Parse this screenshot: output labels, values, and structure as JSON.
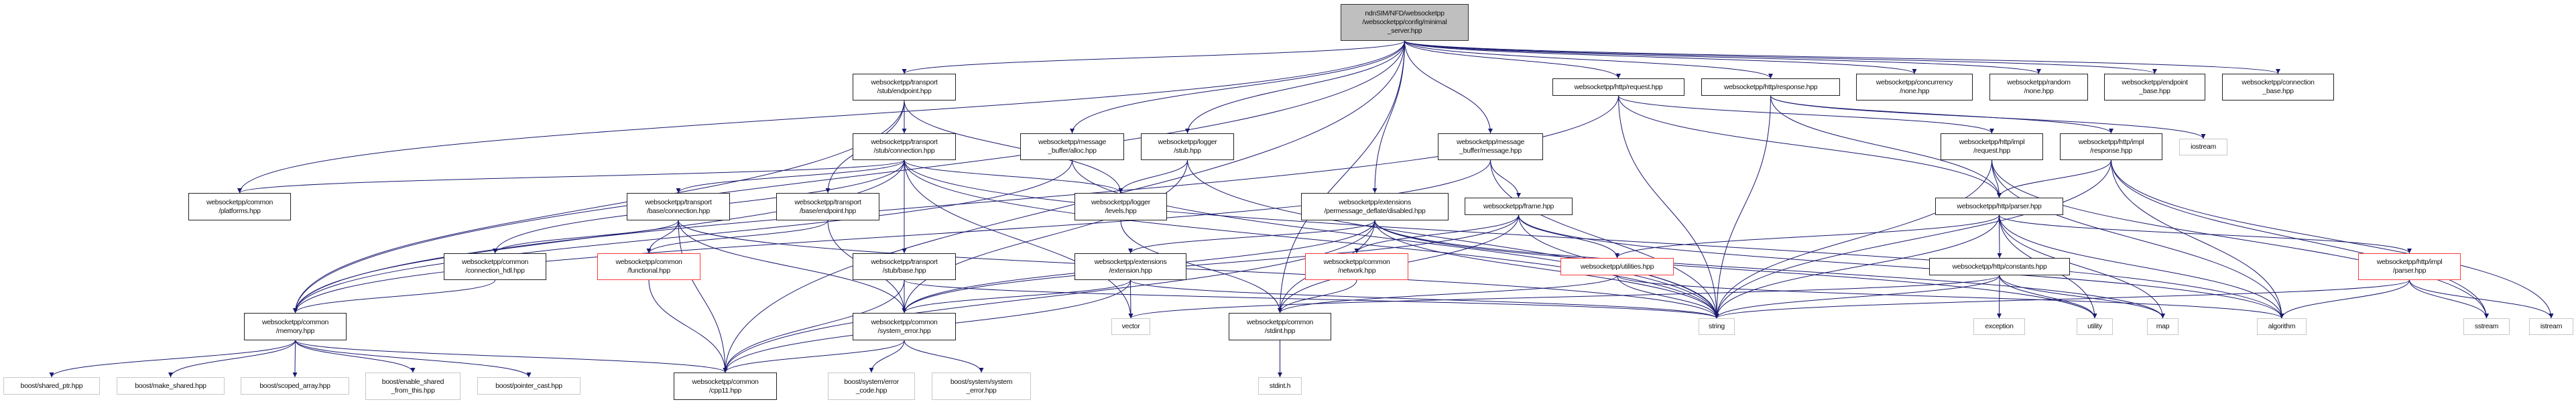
{
  "graph": {
    "edge_color": "#191970",
    "nodes": [
      {
        "id": "root",
        "label": "ndnSIM/NFD/websocketpp\n/websocketpp/config/minimal\n_server.hpp",
        "kind": "root"
      },
      {
        "id": "platforms",
        "label": "websocketpp/common\n/platforms.hpp",
        "kind": "doc"
      },
      {
        "id": "conn_hdl",
        "label": "websocketpp/common\n/connection_hdl.hpp",
        "kind": "doc"
      },
      {
        "id": "memory",
        "label": "websocketpp/common\n/memory.hpp",
        "kind": "doc"
      },
      {
        "id": "shared_ptr",
        "label": "boost/shared_ptr.hpp",
        "kind": "external"
      },
      {
        "id": "make_shared",
        "label": "boost/make_shared.hpp",
        "kind": "external"
      },
      {
        "id": "scoped_array",
        "label": "boost/scoped_array.hpp",
        "kind": "external"
      },
      {
        "id": "enable_shared",
        "label": "boost/enable_shared\n_from_this.hpp",
        "kind": "external"
      },
      {
        "id": "pointer_cast",
        "label": "boost/pointer_cast.hpp",
        "kind": "external"
      },
      {
        "id": "base_conn",
        "label": "websocketpp/transport\n/base/connection.hpp",
        "kind": "doc"
      },
      {
        "id": "functional",
        "label": "websocketpp/common\n/functional.hpp",
        "kind": "red"
      },
      {
        "id": "stub_endpoint",
        "label": "websocketpp/transport\n/stub/endpoint.hpp",
        "kind": "doc"
      },
      {
        "id": "stub_conn",
        "label": "websocketpp/transport\n/stub/connection.hpp",
        "kind": "doc"
      },
      {
        "id": "alloc",
        "label": "websocketpp/message\n_buffer/alloc.hpp",
        "kind": "doc"
      },
      {
        "id": "logger_stub",
        "label": "websocketpp/logger\n/stub.hpp",
        "kind": "doc"
      },
      {
        "id": "base_endpoint",
        "label": "websocketpp/transport\n/base/endpoint.hpp",
        "kind": "doc"
      },
      {
        "id": "levels",
        "label": "websocketpp/logger\n/levels.hpp",
        "kind": "doc"
      },
      {
        "id": "disabled",
        "label": "websocketpp/extensions\n/permessage_deflate/disabled.hpp",
        "kind": "doc"
      },
      {
        "id": "stub_base",
        "label": "websocketpp/transport\n/stub/base.hpp",
        "kind": "doc"
      },
      {
        "id": "extension",
        "label": "websocketpp/extensions\n/extension.hpp",
        "kind": "doc"
      },
      {
        "id": "network",
        "label": "websocketpp/common\n/network.hpp",
        "kind": "red"
      },
      {
        "id": "system_error",
        "label": "websocketpp/common\n/system_error.hpp",
        "kind": "doc"
      },
      {
        "id": "vector",
        "label": "vector",
        "kind": "external"
      },
      {
        "id": "stdint_hpp",
        "label": "websocketpp/common\n/stdint.hpp",
        "kind": "doc"
      },
      {
        "id": "cpp11",
        "label": "websocketpp/common\n/cpp11.hpp",
        "kind": "doc"
      },
      {
        "id": "error_code",
        "label": "boost/system/error\n_code.hpp",
        "kind": "external"
      },
      {
        "id": "boost_system_error",
        "label": "boost/system/system\n_error.hpp",
        "kind": "external"
      },
      {
        "id": "stdint_h",
        "label": "stdint.h",
        "kind": "external"
      },
      {
        "id": "http_request",
        "label": "websocketpp/http/request.hpp",
        "kind": "doc"
      },
      {
        "id": "http_response",
        "label": "websocketpp/http/response.hpp",
        "kind": "doc"
      },
      {
        "id": "concurrency",
        "label": "websocketpp/concurrency\n/none.hpp",
        "kind": "doc"
      },
      {
        "id": "random",
        "label": "websocketpp/random\n/none.hpp",
        "kind": "doc"
      },
      {
        "id": "endpoint_base",
        "label": "websocketpp/endpoint\n_base.hpp",
        "kind": "doc"
      },
      {
        "id": "connection_base",
        "label": "websocketpp/connection\n_base.hpp",
        "kind": "doc"
      },
      {
        "id": "message",
        "label": "websocketpp/message\n_buffer/message.hpp",
        "kind": "doc"
      },
      {
        "id": "frame",
        "label": "websocketpp/frame.hpp",
        "kind": "doc"
      },
      {
        "id": "utilities",
        "label": "websocketpp/utilities.hpp",
        "kind": "red"
      },
      {
        "id": "string",
        "label": "string",
        "kind": "external"
      },
      {
        "id": "impl_request",
        "label": "websocketpp/http/impl\n/request.hpp",
        "kind": "doc"
      },
      {
        "id": "impl_response",
        "label": "websocketpp/http/impl\n/response.hpp",
        "kind": "doc"
      },
      {
        "id": "iostream",
        "label": "iostream",
        "kind": "external"
      },
      {
        "id": "http_parser",
        "label": "websocketpp/http/parser.hpp",
        "kind": "doc"
      },
      {
        "id": "constants",
        "label": "websocketpp/http/constants.hpp",
        "kind": "doc"
      },
      {
        "id": "impl_parser",
        "label": "websocketpp/http/impl\n/parser.hpp",
        "kind": "red"
      },
      {
        "id": "exception",
        "label": "exception",
        "kind": "external"
      },
      {
        "id": "utility",
        "label": "utility",
        "kind": "external"
      },
      {
        "id": "map",
        "label": "map",
        "kind": "external"
      },
      {
        "id": "algorithm",
        "label": "algorithm",
        "kind": "external"
      },
      {
        "id": "sstream",
        "label": "sstream",
        "kind": "external"
      },
      {
        "id": "istream",
        "label": "istream",
        "kind": "external"
      }
    ],
    "edges": [
      [
        "root",
        "platforms"
      ],
      [
        "root",
        "memory"
      ],
      [
        "root",
        "cpp11"
      ],
      [
        "root",
        "stub_endpoint"
      ],
      [
        "root",
        "alloc"
      ],
      [
        "root",
        "logger_stub"
      ],
      [
        "root",
        "disabled"
      ],
      [
        "root",
        "message"
      ],
      [
        "root",
        "http_request"
      ],
      [
        "root",
        "http_response"
      ],
      [
        "root",
        "concurrency"
      ],
      [
        "root",
        "random"
      ],
      [
        "root",
        "endpoint_base"
      ],
      [
        "root",
        "connection_base"
      ],
      [
        "root",
        "stdint_hpp"
      ],
      [
        "stub_endpoint",
        "stub_conn"
      ],
      [
        "stub_endpoint",
        "base_endpoint"
      ],
      [
        "stub_endpoint",
        "levels"
      ],
      [
        "stub_endpoint",
        "memory"
      ],
      [
        "stub_conn",
        "base_conn"
      ],
      [
        "stub_conn",
        "conn_hdl"
      ],
      [
        "stub_conn",
        "platforms"
      ],
      [
        "stub_conn",
        "memory"
      ],
      [
        "stub_conn",
        "stub_base"
      ],
      [
        "stub_conn",
        "levels"
      ],
      [
        "stub_conn",
        "vector"
      ],
      [
        "stub_conn",
        "string"
      ],
      [
        "stub_conn",
        "algorithm"
      ],
      [
        "base_conn",
        "conn_hdl"
      ],
      [
        "base_conn",
        "functional"
      ],
      [
        "base_conn",
        "cpp11"
      ],
      [
        "base_conn",
        "system_error"
      ],
      [
        "base_conn",
        "string"
      ],
      [
        "base_endpoint",
        "functional"
      ],
      [
        "base_endpoint",
        "system_error"
      ],
      [
        "functional",
        "cpp11"
      ],
      [
        "conn_hdl",
        "memory"
      ],
      [
        "memory",
        "shared_ptr"
      ],
      [
        "memory",
        "make_shared"
      ],
      [
        "memory",
        "scoped_array"
      ],
      [
        "memory",
        "enable_shared"
      ],
      [
        "memory",
        "pointer_cast"
      ],
      [
        "memory",
        "cpp11"
      ],
      [
        "stub_base",
        "system_error"
      ],
      [
        "stub_base",
        "cpp11"
      ],
      [
        "stub_base",
        "string"
      ],
      [
        "system_error",
        "cpp11"
      ],
      [
        "system_error",
        "error_code"
      ],
      [
        "system_error",
        "boost_system_error"
      ],
      [
        "alloc",
        "memory"
      ],
      [
        "alloc",
        "string"
      ],
      [
        "logger_stub",
        "levels"
      ],
      [
        "logger_stub",
        "string"
      ],
      [
        "logger_stub",
        "system_error"
      ],
      [
        "levels",
        "stdint_hpp"
      ],
      [
        "disabled",
        "extension"
      ],
      [
        "disabled",
        "system_error"
      ],
      [
        "disabled",
        "cpp11"
      ],
      [
        "disabled",
        "stdint_hpp"
      ],
      [
        "disabled",
        "string"
      ],
      [
        "disabled",
        "utility"
      ],
      [
        "disabled",
        "map"
      ],
      [
        "extension",
        "system_error"
      ],
      [
        "extension",
        "cpp11"
      ],
      [
        "extension",
        "vector"
      ],
      [
        "extension",
        "string"
      ],
      [
        "network",
        "stdint_hpp"
      ],
      [
        "message",
        "frame"
      ],
      [
        "message",
        "string"
      ],
      [
        "message",
        "memory"
      ],
      [
        "frame",
        "network"
      ],
      [
        "frame",
        "utilities"
      ],
      [
        "frame",
        "string"
      ],
      [
        "frame",
        "stdint_hpp"
      ],
      [
        "frame",
        "system_error"
      ],
      [
        "frame",
        "algorithm"
      ],
      [
        "utilities",
        "string"
      ],
      [
        "utilities",
        "stdint_hpp"
      ],
      [
        "utilities",
        "algorithm"
      ],
      [
        "http_request",
        "impl_request"
      ],
      [
        "http_request",
        "http_parser"
      ],
      [
        "http_request",
        "string"
      ],
      [
        "http_request",
        "memory"
      ],
      [
        "http_response",
        "impl_response"
      ],
      [
        "http_response",
        "http_parser"
      ],
      [
        "http_response",
        "string"
      ],
      [
        "http_response",
        "iostream"
      ],
      [
        "impl_request",
        "http_parser"
      ],
      [
        "impl_request",
        "string"
      ],
      [
        "impl_request",
        "algorithm"
      ],
      [
        "impl_request",
        "sstream"
      ],
      [
        "impl_response",
        "http_parser"
      ],
      [
        "impl_response",
        "string"
      ],
      [
        "impl_response",
        "algorithm"
      ],
      [
        "impl_response",
        "sstream"
      ],
      [
        "impl_response",
        "istream"
      ],
      [
        "http_parser",
        "utilities"
      ],
      [
        "http_parser",
        "constants"
      ],
      [
        "http_parser",
        "string"
      ],
      [
        "http_parser",
        "impl_parser"
      ],
      [
        "http_parser",
        "utility"
      ],
      [
        "http_parser",
        "map"
      ],
      [
        "http_parser",
        "algorithm"
      ],
      [
        "constants",
        "exception"
      ],
      [
        "constants",
        "utility"
      ],
      [
        "constants",
        "map"
      ],
      [
        "constants",
        "string"
      ],
      [
        "constants",
        "vector"
      ],
      [
        "impl_parser",
        "string"
      ],
      [
        "impl_parser",
        "algorithm"
      ],
      [
        "impl_parser",
        "sstream"
      ],
      [
        "impl_parser",
        "istream"
      ],
      [
        "stdint_hpp",
        "stdint_h"
      ]
    ]
  }
}
